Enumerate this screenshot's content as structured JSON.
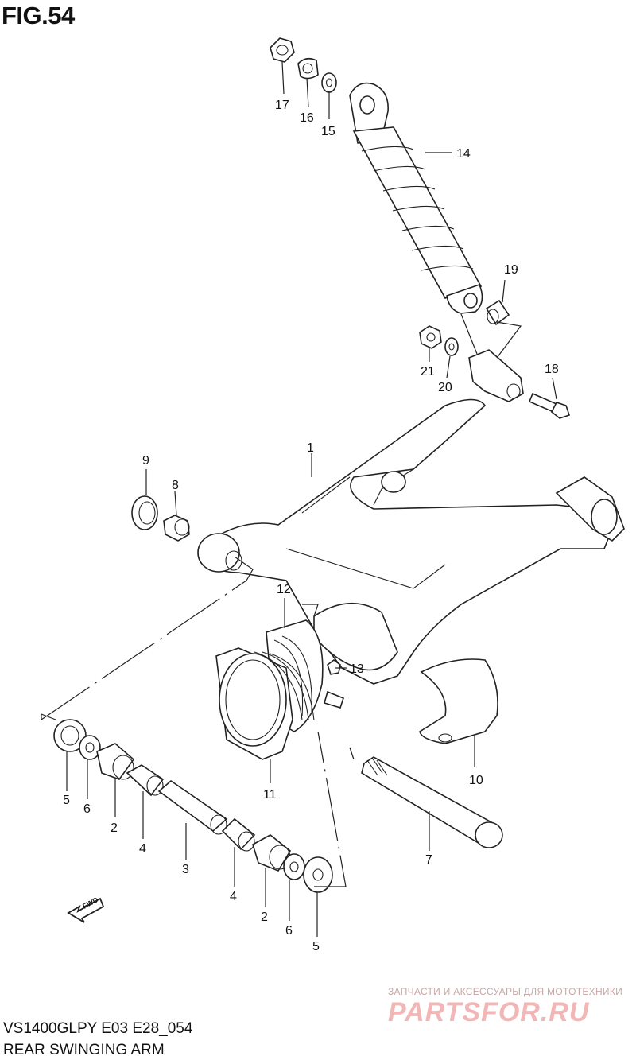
{
  "header": {
    "figure": "FIG.54"
  },
  "footer": {
    "model_code": "VS1400GLPY E03 E28_054",
    "section_name": "REAR SWINGING ARM"
  },
  "watermark": {
    "tagline": "ЗАПЧАСТИ И АКСЕССУАРЫ ДЛЯ МОТОТЕХНИКИ",
    "logo": "PARTSFOR.RU",
    "color": "#f2b6b6"
  },
  "direction_marker": {
    "label": "FWD",
    "icon": "forward-arrow-icon"
  },
  "callouts": {
    "c1": "1",
    "c2a": "2",
    "c2b": "2",
    "c3": "3",
    "c4a": "4",
    "c4b": "4",
    "c5a": "5",
    "c5b": "5",
    "c6a": "6",
    "c6b": "6",
    "c7": "7",
    "c8": "8",
    "c9": "9",
    "c10": "10",
    "c11": "11",
    "c12": "12",
    "c13": "13",
    "c14": "14",
    "c15": "15",
    "c16": "16",
    "c17": "17",
    "c18": "18",
    "c19": "19",
    "c20": "20",
    "c21": "21"
  }
}
